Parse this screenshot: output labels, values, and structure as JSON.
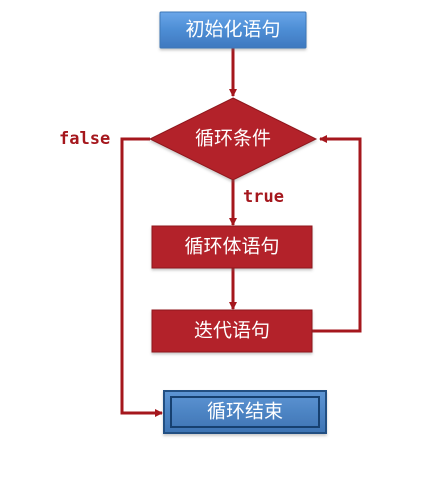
{
  "diagram": {
    "type": "flowchart",
    "nodes": {
      "init": {
        "label": "初始化语句"
      },
      "condition": {
        "label": "循环条件"
      },
      "body": {
        "label": "循环体语句"
      },
      "iterate": {
        "label": "迭代语句"
      },
      "end": {
        "label": "循环结束"
      }
    },
    "edges": {
      "true_label": "true",
      "false_label": "false"
    },
    "colors": {
      "start_fill": "#4f8fd6",
      "start_border": "#3e78b8",
      "end_fill": "#4a82c3",
      "end_border": "#234f82",
      "red_fill": "#b3222a",
      "red_border": "#8f171c",
      "connector": "#a5171d",
      "text_white": "#ffffff",
      "edge_text": "#a5171d"
    }
  }
}
